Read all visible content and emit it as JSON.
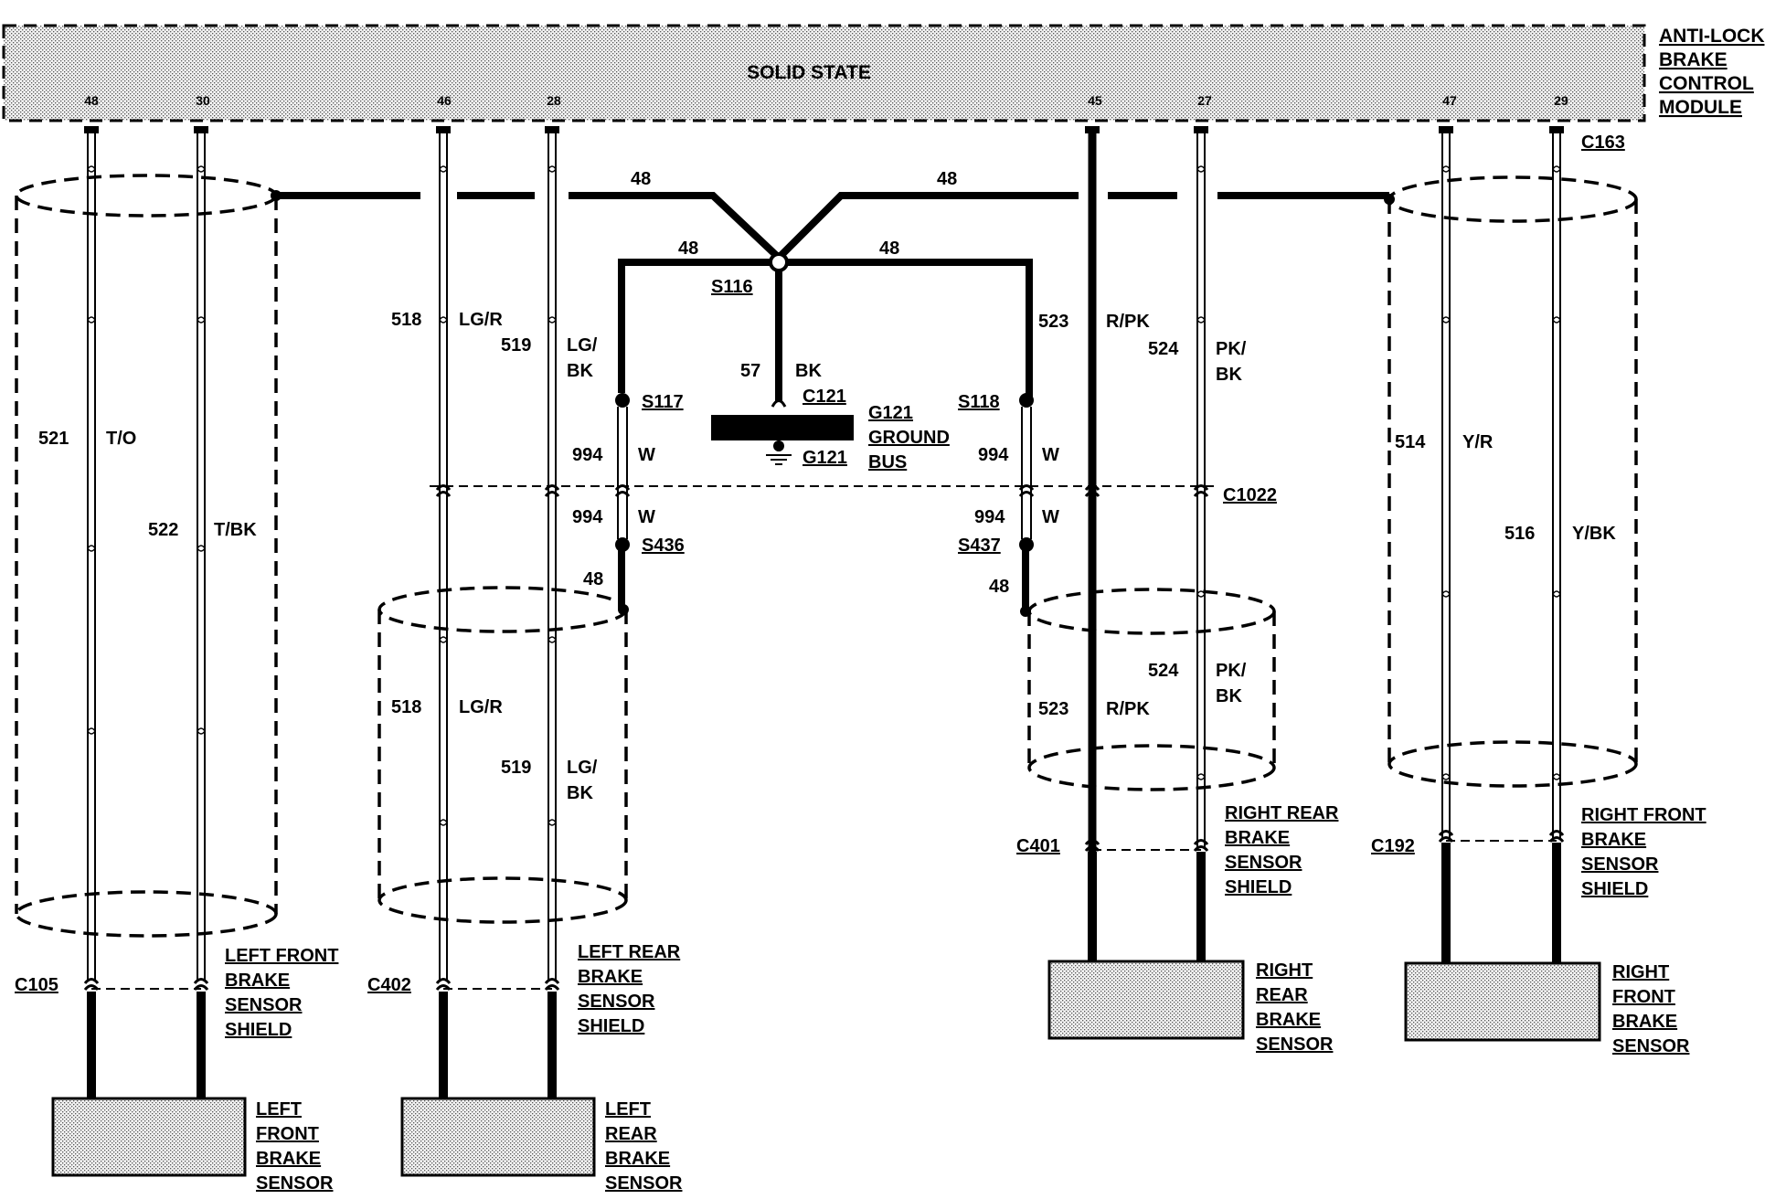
{
  "module": {
    "name_lines": [
      "ANTI-LOCK",
      "BRAKE",
      "CONTROL",
      "MODULE"
    ],
    "inner_label": "SOLID STATE",
    "pins": [
      "48",
      "30",
      "46",
      "28",
      "45",
      "27",
      "47",
      "29"
    ],
    "connector": "C163"
  },
  "splices": {
    "s116": "S116",
    "s117": "S117",
    "s118": "S118",
    "s436": "S436",
    "s437": "S437"
  },
  "ground": {
    "connector": "C121",
    "ground_ref": "G121",
    "bus_lines": [
      "G121",
      "GROUND",
      "BUS"
    ],
    "wire_num": "57",
    "wire_color": "BK"
  },
  "drain": {
    "wire": "48",
    "wire_994": "994",
    "color_w": "W"
  },
  "inline_connectors": {
    "c1022": "C1022",
    "c105": "C105",
    "c402": "C402",
    "c401": "C401",
    "c192": "C192"
  },
  "circuits": {
    "lf_a": {
      "num": "521",
      "color": "T/O"
    },
    "lf_b": {
      "num": "522",
      "color": "T/BK"
    },
    "lr_a": {
      "num": "518",
      "color": "LG/R"
    },
    "lr_b": {
      "num": "519",
      "color_lines": [
        "LG/",
        "BK"
      ]
    },
    "rr_a": {
      "num": "523",
      "color": "R/PK"
    },
    "rr_b": {
      "num": "524",
      "color_lines": [
        "PK/",
        "BK"
      ]
    },
    "rf_a": {
      "num": "514",
      "color": "Y/R"
    },
    "rf_b": {
      "num": "516",
      "color": "Y/BK"
    }
  },
  "shields": {
    "left_front": [
      "LEFT FRONT",
      "BRAKE",
      "SENSOR",
      "SHIELD"
    ],
    "left_rear": [
      "LEFT REAR",
      "BRAKE",
      "SENSOR",
      "SHIELD"
    ],
    "right_rear": [
      "RIGHT REAR",
      "BRAKE",
      "SENSOR",
      "SHIELD"
    ],
    "right_front": [
      "RIGHT FRONT",
      "BRAKE",
      "SENSOR",
      "SHIELD"
    ]
  },
  "sensors": {
    "left_front": [
      "LEFT",
      "FRONT",
      "BRAKE",
      "SENSOR"
    ],
    "left_rear": [
      "LEFT",
      "REAR",
      "BRAKE",
      "SENSOR"
    ],
    "right_rear": [
      "RIGHT",
      "REAR",
      "BRAKE",
      "SENSOR"
    ],
    "right_front": [
      "RIGHT",
      "FRONT",
      "BRAKE",
      "SENSOR"
    ]
  }
}
